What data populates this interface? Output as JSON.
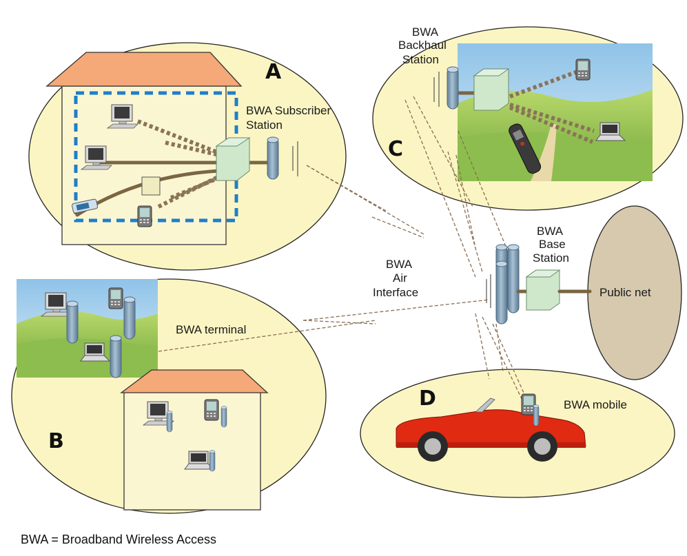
{
  "diagram": {
    "zones": {
      "a": {
        "letter": "A",
        "subscriber_label_line1": "BWA Subscriber",
        "subscriber_label_line2": "Station"
      },
      "b": {
        "letter": "B",
        "terminal_label": "BWA terminal"
      },
      "c": {
        "letter": "C",
        "backhaul_line1": "BWA",
        "backhaul_line2": "Backhaul",
        "backhaul_line3": "Station"
      },
      "d": {
        "letter": "D",
        "mobile_label": "BWA mobile"
      }
    },
    "air_interface": {
      "line1": "BWA",
      "line2": "Air",
      "line3": "Interface"
    },
    "base_station": {
      "line1": "BWA",
      "line2": "Base",
      "line3": "Station"
    },
    "public_net": {
      "label": "Public net"
    },
    "footnote": "BWA = Broadband Wireless Access",
    "colors": {
      "zone_fill": "#fbf5c3",
      "public_net_fill": "#d6c9ae",
      "roof": "#f5a878",
      "dashed_border": "#1f7fc8",
      "antenna": "#7d9ab1",
      "box_fill": "#cfe8cc",
      "car": "#e02a12"
    },
    "icons": [
      "desktop-computer-icon",
      "laptop-icon",
      "pda-icon",
      "cell-phone-icon",
      "antenna-icon",
      "car-icon",
      "house-icon"
    ]
  }
}
